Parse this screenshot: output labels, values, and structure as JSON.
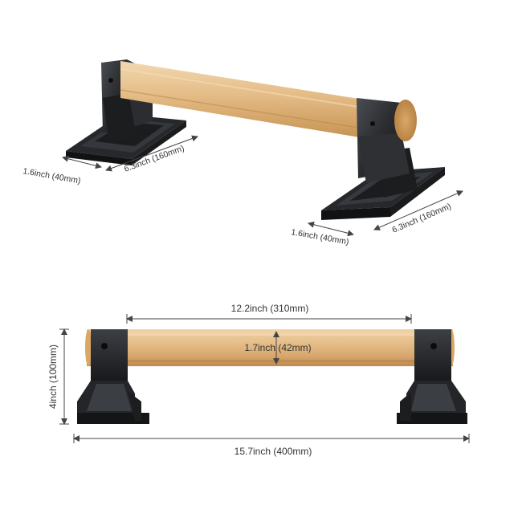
{
  "perspective_view": {
    "base_width_left": "1.6inch (40mm)",
    "base_length_left": "6.3inch (160mm)",
    "base_width_right": "1.6inch (40mm)",
    "base_length_right": "6.3inch (160mm)"
  },
  "front_view": {
    "bar_length": "12.2inch (310mm)",
    "bar_diameter": "1.7inch (42mm)",
    "height": "4inch (100mm)",
    "total_length": "15.7inch (400mm)"
  },
  "colors": {
    "wood_light": "#e8c596",
    "wood_mid": "#d9ad74",
    "wood_dark": "#c08a4e",
    "metal_dark": "#1f2022",
    "metal_mid": "#3a3c40",
    "metal_light": "#5a5d62",
    "dimension_line": "#444444"
  }
}
